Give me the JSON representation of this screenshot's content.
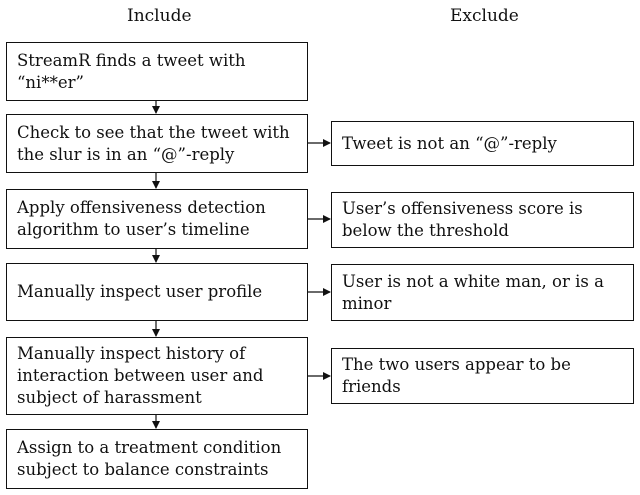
{
  "headers": {
    "include": "Include",
    "exclude": "Exclude"
  },
  "include_steps": [
    "StreamR finds a tweet with “ni**er”",
    "Check to see that the tweet with the slur is in an “@”-reply",
    "Apply offensiveness detection algorithm to user’s timeline",
    "Manually inspect user profile",
    "Manually inspect history of interaction between user and subject of harassment",
    "Assign to a treatment condition subject to balance constraints"
  ],
  "exclude_reasons": [
    "Tweet is not an “@”-reply",
    "User’s offensiveness score is below the threshold",
    "User is not a white man, or is a minor",
    "The two users appear to be friends"
  ]
}
